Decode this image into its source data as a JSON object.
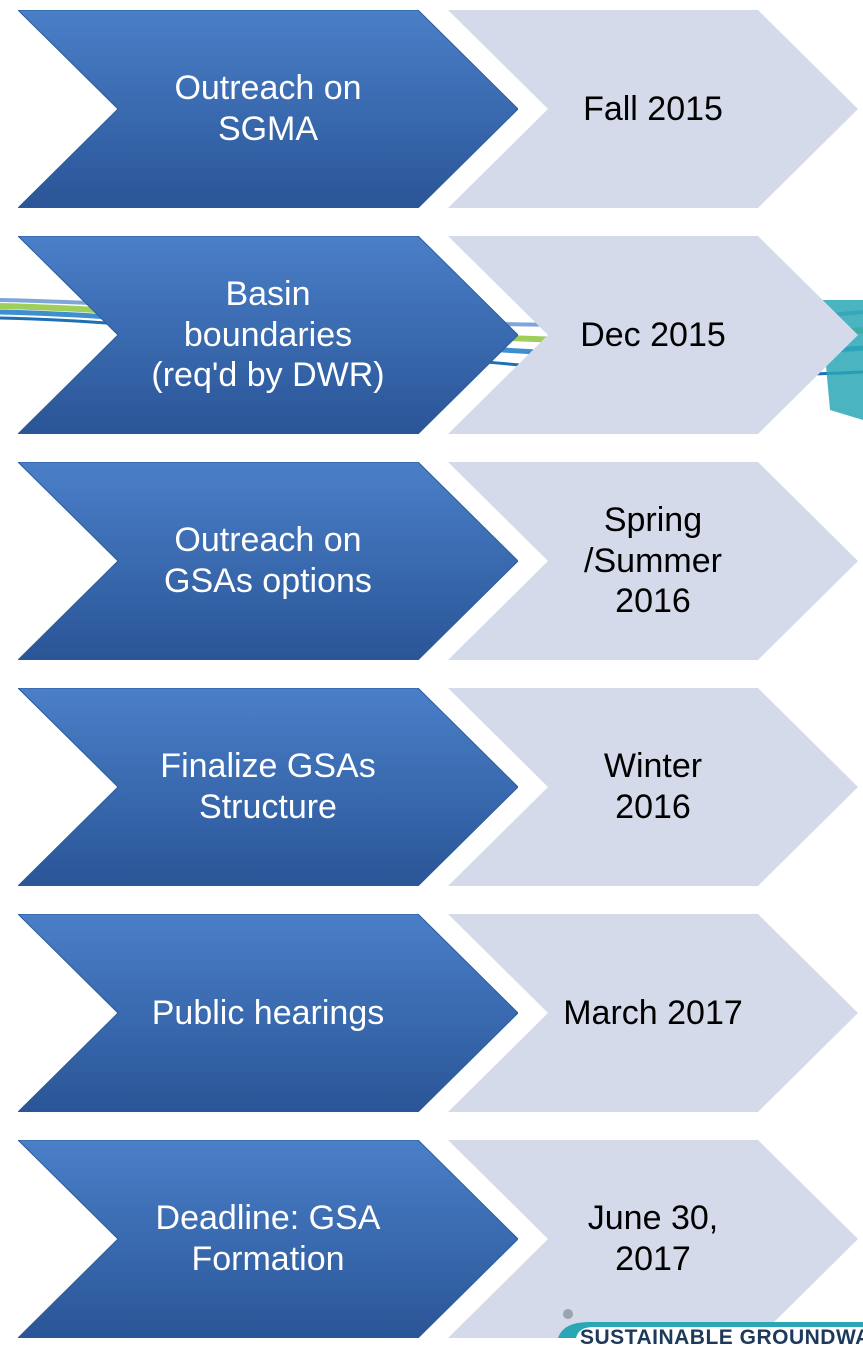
{
  "steps": [
    {
      "action": "Outreach on\nSGMA",
      "date": "Fall 2015"
    },
    {
      "action": "Basin\nboundaries\n(req'd by DWR)",
      "date": "Dec 2015"
    },
    {
      "action": "Outreach on\nGSAs options",
      "date": "Spring\n/Summer\n2016"
    },
    {
      "action": "Finalize GSAs\nStructure",
      "date": "Winter\n2016"
    },
    {
      "action": "Public hearings",
      "date": "March 2017"
    },
    {
      "action": "Deadline: GSA\nFormation",
      "date": "June 30,\n2017"
    }
  ],
  "logo": {
    "text": "SUSTAINABLE GROUNDWATE"
  },
  "colors": {
    "step_fill_top": "#4a7fc8",
    "step_fill_bottom": "#2a5597",
    "date_fill": "#d4dae9",
    "step_text": "#ffffff",
    "date_text": "#000000"
  }
}
